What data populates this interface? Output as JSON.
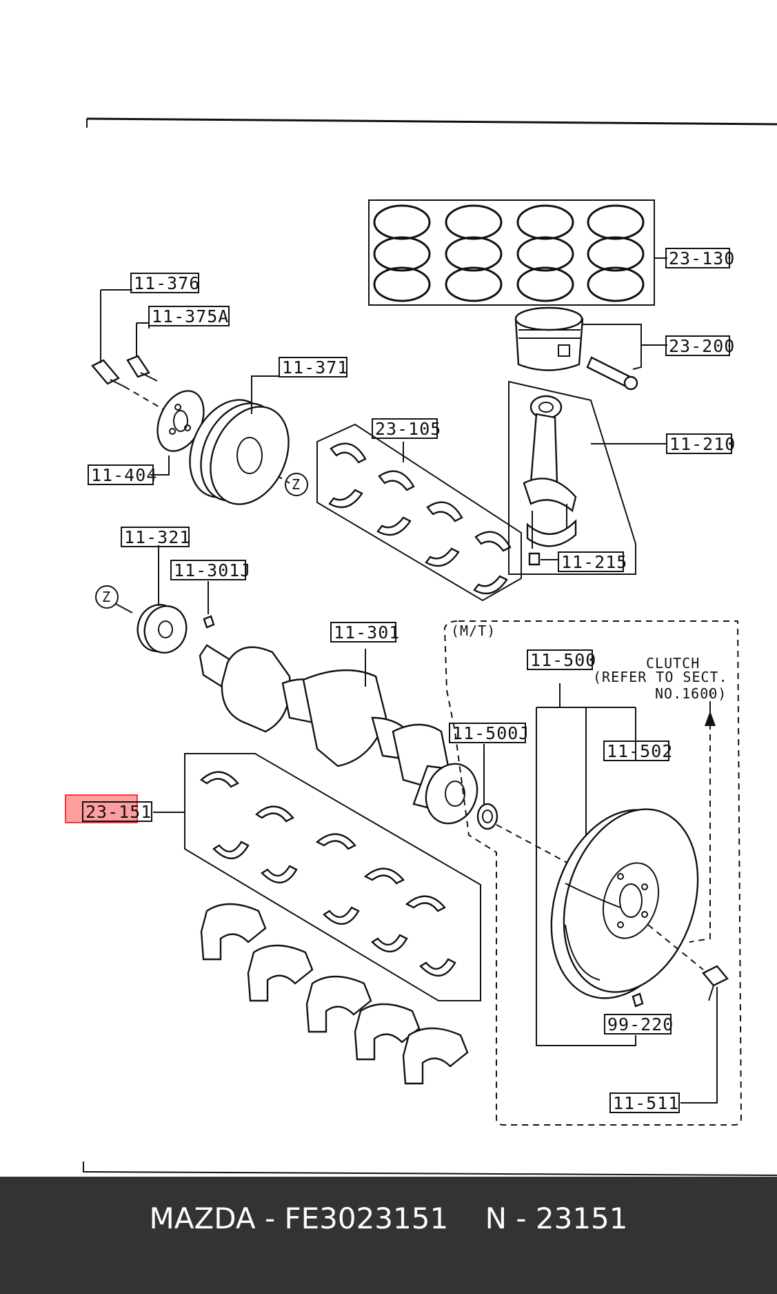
{
  "labels": {
    "p23130": "23-130",
    "p23200": "23-200",
    "p11376": "11-376",
    "p11375a": "11-375A",
    "p11371": "11-371",
    "p11404": "11-404",
    "p23105": "23-105",
    "p11210": "11-210",
    "p11215": "11-215",
    "p11321": "11-321",
    "p11301j": "11-301J",
    "p11301": "11-301",
    "p11500": "11-500",
    "p11500j": "11-500J",
    "p11502": "11-502",
    "p23151": "23-151",
    "p99220": "99-220",
    "p11511": "11-511",
    "z": "Z",
    "mt": "(M/T)",
    "clutch_1": "CLUTCH",
    "clutch_2": "(REFER TO SECT.",
    "clutch_3": "NO.1600)"
  },
  "highlight": {
    "color": "#ff0000",
    "part": "23-151"
  },
  "footer": {
    "text": "MAZDA - FE3023151    N - 23151",
    "background": "#333333"
  }
}
